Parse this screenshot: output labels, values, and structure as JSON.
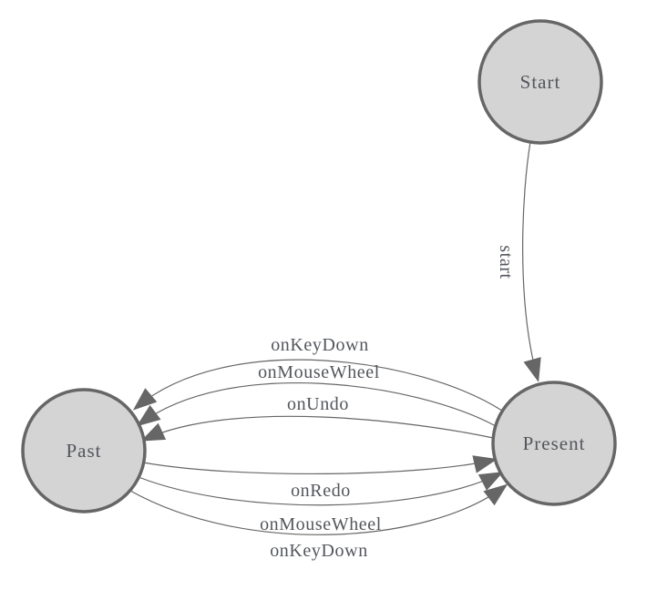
{
  "diagram": {
    "type": "state-machine",
    "nodes": [
      {
        "id": "start",
        "label": "Start"
      },
      {
        "id": "past",
        "label": "Past"
      },
      {
        "id": "present",
        "label": "Present"
      }
    ],
    "edges": [
      {
        "from": "start",
        "to": "present",
        "label": "start"
      },
      {
        "from": "present",
        "to": "past",
        "label": "onKeyDown"
      },
      {
        "from": "present",
        "to": "past",
        "label": "onMouseWheel"
      },
      {
        "from": "present",
        "to": "past",
        "label": "onUndo"
      },
      {
        "from": "past",
        "to": "present",
        "label": "onRedo"
      },
      {
        "from": "past",
        "to": "present",
        "label": "onMouseWheel"
      },
      {
        "from": "past",
        "to": "present",
        "label": "onKeyDown"
      }
    ],
    "colors": {
      "node_fill": "#d4d4d4",
      "node_stroke": "#666666",
      "edge_stroke": "#666666",
      "arrow_fill": "#666666",
      "label_text": "#53565c",
      "background": "#ffffff"
    }
  }
}
